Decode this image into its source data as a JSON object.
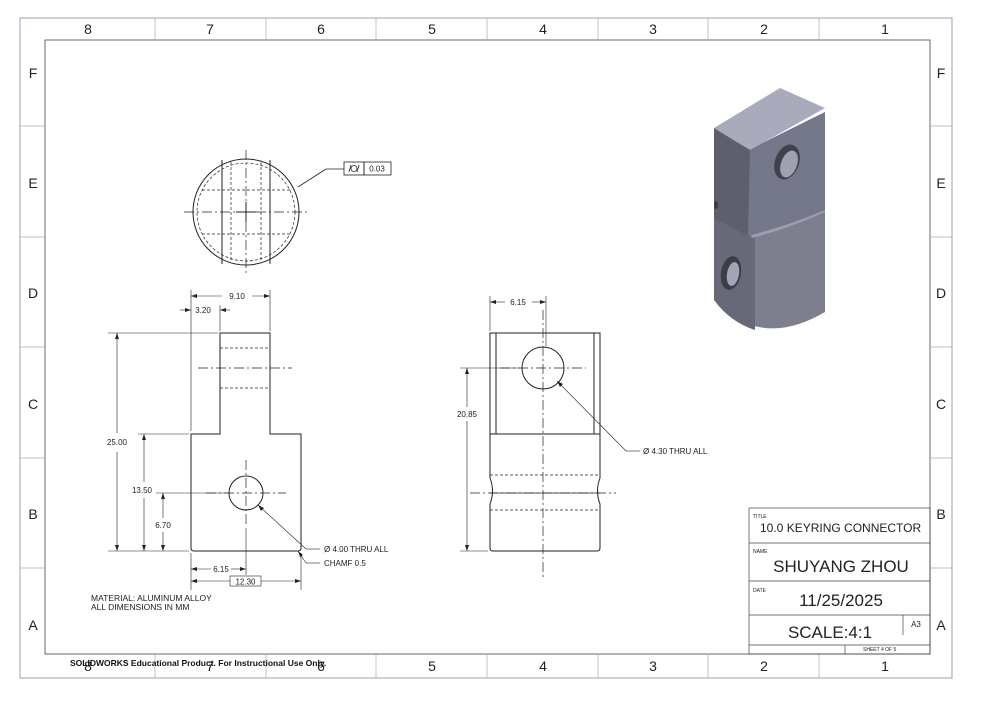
{
  "zones": {
    "columns": [
      "8",
      "7",
      "6",
      "5",
      "4",
      "3",
      "2",
      "1"
    ],
    "rows": [
      "F",
      "E",
      "D",
      "C",
      "B",
      "A"
    ]
  },
  "top_view": {
    "tolerance_symbol": "cylindricity-icon",
    "tolerance_value": "0.03"
  },
  "front_view": {
    "dim_overall_width": "9.10",
    "dim_slot_offset": "3.20",
    "dim_height_total": "25.00",
    "dim_height_step": "13.50",
    "dim_hole_height": "6.70",
    "dim_hole_center": "6.15",
    "dim_base_width": "12.30",
    "hole_callout": "Ø 4.00 THRU ALL",
    "chamfer_callout": "CHAMF 0.5"
  },
  "side_view": {
    "dim_width": "6.15",
    "dim_height": "20.85",
    "hole_callout": "Ø 4.30 THRU ALL"
  },
  "notes": {
    "material": "MATERIAL: ALUMINUM ALLOY",
    "units": "ALL DIMENSIONS IN MM"
  },
  "title_block": {
    "title_label": "TITLE",
    "title": "10.0 KEYRING CONNECTOR",
    "name_label": "NAME",
    "name": "SHUYANG ZHOU",
    "date_label": "DATE",
    "date": "11/25/2025",
    "scale": "SCALE:4:1",
    "size": "A3",
    "sheet": "SHEET 4 OF 5"
  },
  "watermark": "SOLIDWORKS Educational Product. For Instructional Use Only.",
  "colors": {
    "line": "#222222",
    "border": "#9aa0b4",
    "iso_top": "#a9abbd",
    "iso_side": "#6f7180",
    "iso_dark": "#4a4c58"
  }
}
